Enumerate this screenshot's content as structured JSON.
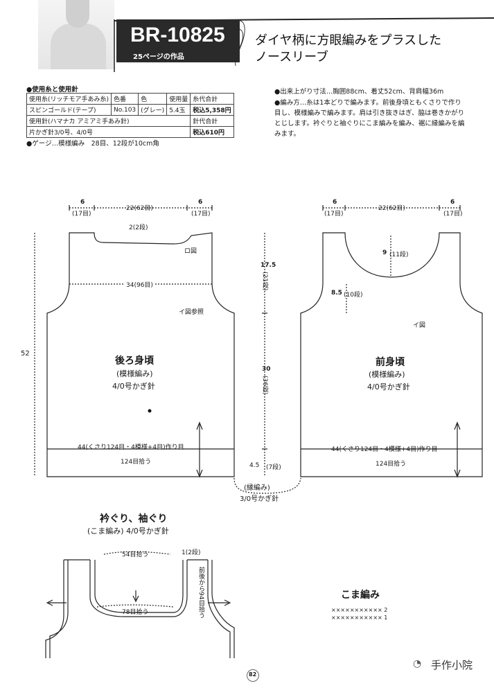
{
  "header": {
    "code": "BR-10825",
    "page_ref": "25ページの作品",
    "title_line1": "ダイヤ柄に方眼編みをプラスした",
    "title_line2": "ノースリーブ"
  },
  "materials": {
    "heading": "●使用糸と使用針",
    "table": [
      [
        "使用糸(リッチモア手あみ糸)",
        "色番",
        "色",
        "使用量",
        "糸代合計"
      ],
      [
        "スピンゴールド(テープ)",
        "No.103",
        "(グレー)",
        "5.4玉",
        "税込5,358円"
      ],
      [
        "使用針(ハマナカ アミアミ手あみ針)",
        "",
        "",
        "",
        "針代合計"
      ],
      [
        "片かぎ針3/0号、4/0号",
        "",
        "",
        "",
        "税込610円"
      ]
    ],
    "gauge": "●ゲージ…模様編み　28目、12段が10cm角"
  },
  "notes": {
    "size": "●出来上がり寸法…胸囲88cm、着丈52cm、背肩幅36m",
    "method_lines": [
      "●編み方…糸は1本どりで編みます。前後身頃ともくさりで作り",
      "目し、模様編みで編みます。肩は引き抜きはぎ、脇は巻きかがり",
      "とじします。衿ぐりと袖ぐりにこま編みを編み、裾に縁編みを編",
      "みます。"
    ]
  },
  "back": {
    "top_left": "6",
    "top_left_sub": "(17目)",
    "top_mid": "22(62目)",
    "top_right": "6",
    "top_right_sub": "(17目)",
    "neck": "2(2段)",
    "ro_ref": "ロ図",
    "width34": "34(96目)",
    "i_ref": "イ図参照",
    "height": "52",
    "title": "後ろ身頃",
    "pattern": "(模様編み)",
    "hook": "4/0号かぎ針",
    "cast_on": "44(くさり124目・4模様+4目)作り目",
    "pickup": "124目拾う"
  },
  "center": {
    "v1": "17.5",
    "v1_sub": "(21段)",
    "v2": "30",
    "v2_sub": "(36段)",
    "v3": "4.5",
    "v3_sub": "(7段)",
    "edge": "(縁編み)",
    "edge_hook": "3/0号かぎ針"
  },
  "front": {
    "top_left": "6",
    "top_left_sub": "(17目)",
    "top_mid": "22(62目)",
    "top_right": "6",
    "top_right_sub": "(17目)",
    "neck_depth": "9",
    "neck_depth_sub": "(11段)",
    "arm_depth": "8.5",
    "arm_depth_sub": "(10段)",
    "i_ref": "イ図",
    "title": "前身頃",
    "pattern": "(模様編み)",
    "hook": "4/0号かぎ針",
    "cast_on": "44(くさり124目・4模様+4目)作り目",
    "pickup": "124目拾う"
  },
  "collar": {
    "title": "衿ぐり、袖ぐり",
    "subtitle": "(こま編み) 4/0号かぎ針",
    "rows": "1(2段)",
    "back_pickup": "54目拾う",
    "front_pickup": "78目拾う",
    "sleeve_pickup": "前後から94目拾う"
  },
  "koma": {
    "title": "こま編み",
    "row2": "××××××××××× 2",
    "row1": "××××××××××× 1"
  },
  "footer": {
    "page_number": "82",
    "watermark": "手作小院"
  }
}
